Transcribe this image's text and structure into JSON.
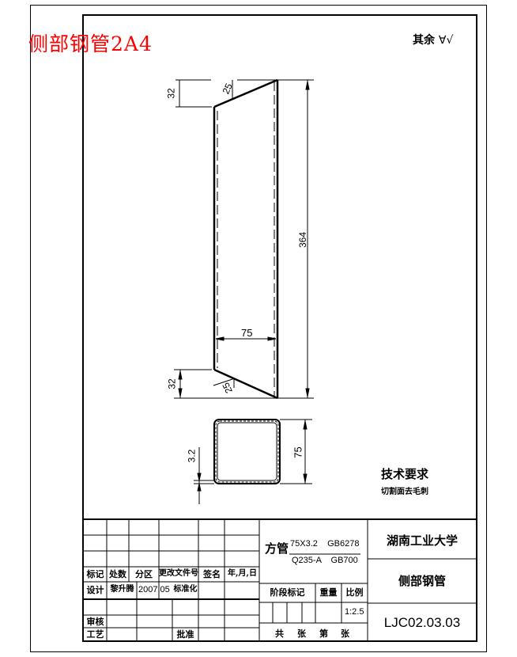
{
  "drawing": {
    "header_label": "侧部钢管2A4",
    "surface_roughness_note": "其余",
    "surface_roughness_symbol": "∀√",
    "colors": {
      "header_label": "#ff0000",
      "lines": "#000000",
      "background": "#ffffff"
    }
  },
  "views": {
    "front_view": {
      "dim_top_offset": "32",
      "dim_top_angle": "25",
      "dim_width": "75",
      "dim_height": "364",
      "dim_bottom_offset": "32",
      "dim_bottom_angle": "25"
    },
    "section_view": {
      "dim_wall_thickness": "3.2",
      "dim_side": "75"
    }
  },
  "technical_requirements": {
    "title": "技术要求",
    "items": [
      "切割面去毛刺"
    ]
  },
  "title_block": {
    "revision_headers": [
      "标记",
      "处数",
      "分区",
      "更改文件号",
      "签名",
      "年,月,日"
    ],
    "design_label": "设计",
    "designer": "黎升腾",
    "design_date": "2007.05",
    "standardization_label": "标准化",
    "review_label": "审核",
    "process_label": "工艺",
    "approve_label": "批准",
    "material_prefix": "方管",
    "material_spec_top": "75X3.2    GB6278",
    "material_spec_bottom": "Q235-A    GB700",
    "stage_mark_label": "阶段标记",
    "weight_label": "重量",
    "scale_label": "比例",
    "scale_value": "1:2.5",
    "sheet_total_label": "共",
    "sheet_unit_label": "张",
    "sheet_no_label": "第",
    "sheet_unit2_label": "张",
    "organization": "湖南工业大学",
    "part_name": "侧部钢管",
    "drawing_number": "LJC02.03.03"
  }
}
